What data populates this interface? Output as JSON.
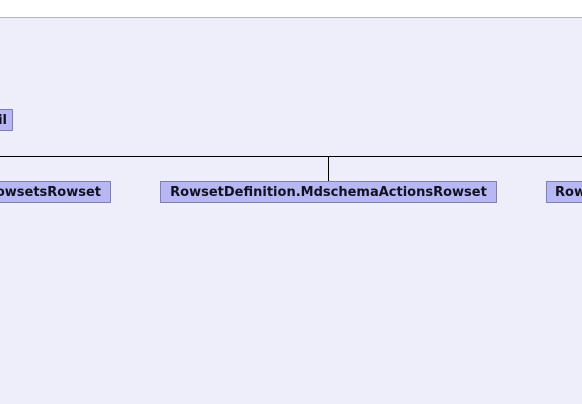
{
  "diagram": {
    "nodes": {
      "parent_label": "il",
      "left_child_label": "owsetsRowset",
      "center_child_label": "RowsetDefinition.MdschemaActionsRowset",
      "right_child_label": "Row"
    },
    "colors": {
      "background": "#eeeefa",
      "node_fill": "#b7b7f3",
      "node_border": "#7f7fb0",
      "edge": "#000000"
    }
  }
}
